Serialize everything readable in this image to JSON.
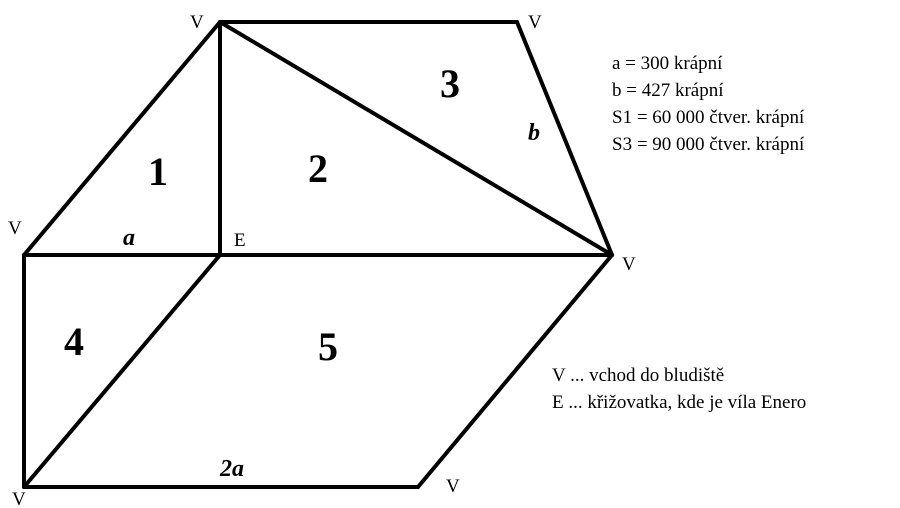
{
  "diagram": {
    "vertex_labels": {
      "top_left": "V",
      "top_right": "V",
      "left": "V",
      "center": "E",
      "right": "V",
      "bottom_left": "V",
      "bottom_right": "V"
    },
    "regions": [
      "1",
      "2",
      "3",
      "4",
      "5"
    ],
    "edge_labels": {
      "a": "a",
      "b": "b",
      "two_a": "2a"
    }
  },
  "given": {
    "a": "a = 300 krápní",
    "b": "b = 427 krápní",
    "s1": "S1 = 60 000 čtver. krápní",
    "s3": "S3 = 90 000 čtver. krápní"
  },
  "legend": {
    "v": "V ... vchod do bludiště",
    "e": "E ... křižovatka, kde je víla Enero"
  }
}
